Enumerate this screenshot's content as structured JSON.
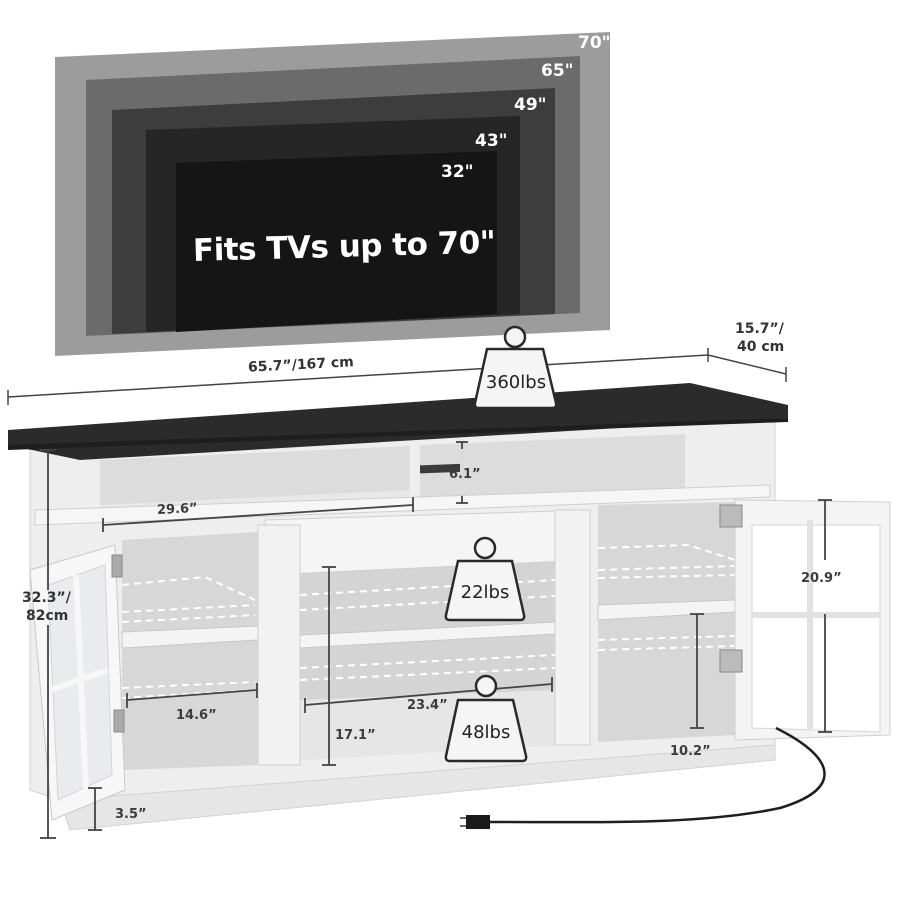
{
  "tv_sizes": {
    "headline": "Fits TVs up to 70\"",
    "sizes": [
      {
        "label": "70\"",
        "color": "#9c9c9c"
      },
      {
        "label": "65\"",
        "color": "#6a6a6a"
      },
      {
        "label": "49\"",
        "color": "#3d3d3d"
      },
      {
        "label": "43\"",
        "color": "#262626"
      },
      {
        "label": "32\"",
        "color": "#151515"
      }
    ]
  },
  "dimensions": {
    "width": "65.7”/167 cm",
    "depth_line1": "15.7”/",
    "depth_line2": "40 cm",
    "height_line1": "32.3”/",
    "height_line2": "82cm",
    "top_shelf_width": "29.6”",
    "top_shelf_height": "6.1”",
    "side_shelf_width": "14.6”",
    "center_shelf_width": "23.4”",
    "center_height": "17.1”",
    "right_lower_height": "10.2”",
    "door_height": "20.9”",
    "base_height": "3.5”"
  },
  "weights": {
    "top": "360lbs",
    "shelf": "22lbs",
    "bottom": "48lbs"
  },
  "colors": {
    "top_panel": "#2b2b2b",
    "cabinet": "#f1f1f1",
    "interior": "#d9d9d9",
    "line": "#444444"
  }
}
